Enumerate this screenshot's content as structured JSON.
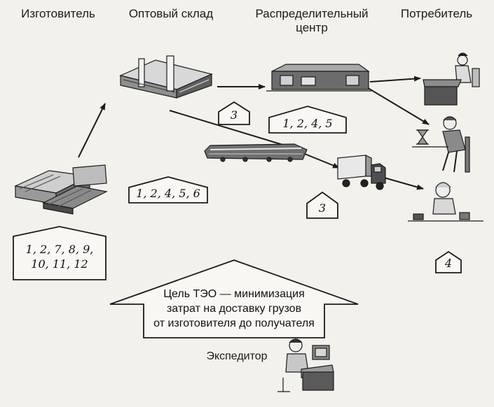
{
  "headers": {
    "manufacturer": "Изготовитель",
    "wholesale": "Оптовый склад",
    "distribution": "Распределительный центр",
    "consumer": "Потребитель"
  },
  "function_groups": {
    "manufacturer": [
      "1, 2, 7, 8, 9,",
      "10, 11, 12"
    ],
    "transport": "1, 2, 4, 5, 6",
    "wholesale": "3",
    "distribution": "1, 2, 4, 5",
    "trucking": "3",
    "consumer": "4"
  },
  "goal": {
    "lines": [
      "Цель ТЭО — минимизация",
      "затрат на доставку грузов",
      "от изготовителя до получателя"
    ]
  },
  "forwarder_label": "Экспедитор",
  "colors": {
    "ink": "#1b1b1b",
    "paper": "#f3f1ec",
    "shade": "#7a7a7a"
  }
}
